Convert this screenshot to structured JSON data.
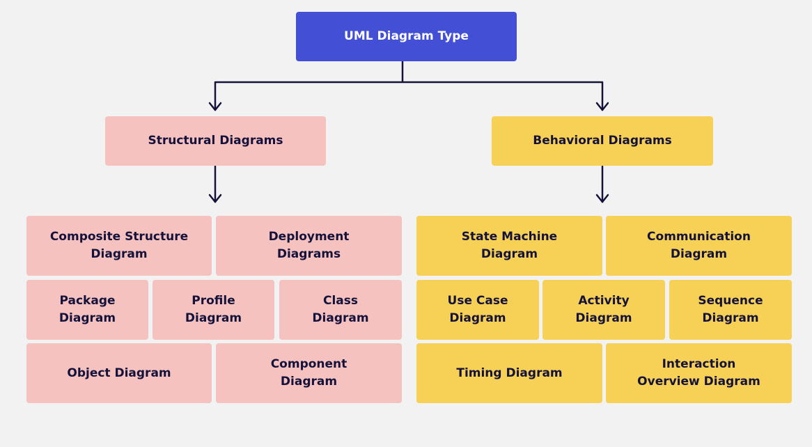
{
  "root": {
    "label": "UML Diagram Type"
  },
  "structural": {
    "label": "Structural Diagrams",
    "items": [
      {
        "line1": "Composite Structure",
        "line2": "Diagram"
      },
      {
        "line1": "Deployment",
        "line2": "Diagrams"
      },
      {
        "line1": "Package",
        "line2": "Diagram"
      },
      {
        "line1": "Profile",
        "line2": "Diagram"
      },
      {
        "line1": "Class",
        "line2": "Diagram"
      },
      {
        "line1": "Object Diagram",
        "line2": ""
      },
      {
        "line1": "Component",
        "line2": "Diagram"
      }
    ]
  },
  "behavioral": {
    "label": "Behavioral Diagrams",
    "items": [
      {
        "line1": "State Machine",
        "line2": "Diagram"
      },
      {
        "line1": "Communication",
        "line2": "Diagram"
      },
      {
        "line1": "Use Case",
        "line2": "Diagram"
      },
      {
        "line1": "Activity",
        "line2": "Diagram"
      },
      {
        "line1": "Sequence",
        "line2": "Diagram"
      },
      {
        "line1": "Timing Diagram",
        "line2": ""
      },
      {
        "line1": "Interaction",
        "line2": "Overview Diagram"
      }
    ]
  },
  "colors": {
    "background": "#f2f2f2",
    "root": "#4350d6",
    "structural": "#f5c2c0",
    "behavioral": "#f6d155",
    "connector": "#14123a"
  }
}
